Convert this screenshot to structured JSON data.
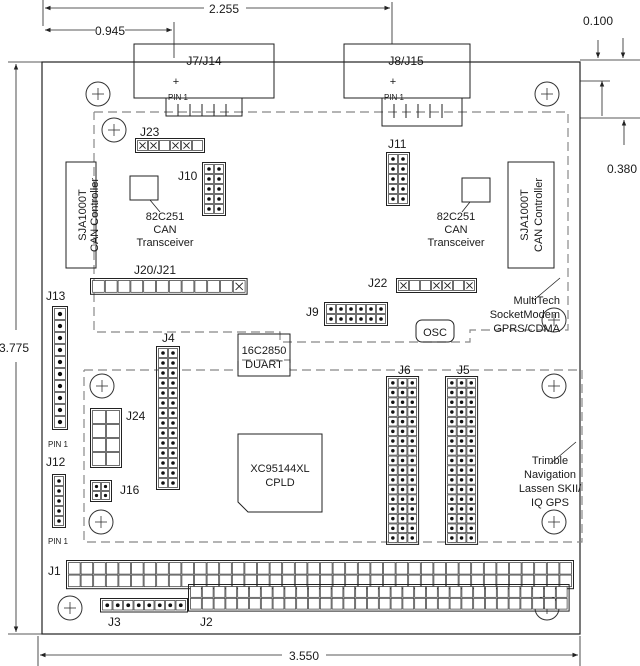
{
  "dimensions": {
    "top_width": "2.255",
    "top_offset": "0.945",
    "right_small": "0.100",
    "right_offset": "0.380",
    "left_height": "3.775",
    "bottom_width": "3.550"
  },
  "connectors": {
    "j7": "J7/J14",
    "j8": "J8/J15",
    "pin1_a": "PIN 1",
    "pin1_b": "PIN 1",
    "pin1_c": "PIN 1",
    "pin1_d": "PIN 1",
    "j23": "J23",
    "j10": "J10",
    "j11": "J11",
    "j20": "J20/J21",
    "j22": "J22",
    "j9": "J9",
    "j13": "J13",
    "j4": "J4",
    "j6": "J6",
    "j5": "J5",
    "j24": "J24",
    "j16": "J16",
    "j12": "J12",
    "j1": "J1",
    "j3": "J3",
    "j2": "J2"
  },
  "components": {
    "sja_left_1": "SJA1000T",
    "sja_left_2": "CAN Controller",
    "sja_right_1": "SJA1000T",
    "sja_right_2": "CAN Controller",
    "xcvr_left_1": "82C251",
    "xcvr_left_2": "CAN",
    "xcvr_left_3": "Transceiver",
    "xcvr_right_1": "82C251",
    "xcvr_right_2": "CAN",
    "xcvr_right_3": "Transceiver",
    "duart_1": "16C2850",
    "duart_2": "DUART",
    "cpld_1": "XC95144XL",
    "cpld_2": "CPLD",
    "osc": "OSC",
    "modem_1": "MultiTech",
    "modem_2": "SocketModem",
    "modem_3": "GPRS/CDMA",
    "gps_1": "Trimble",
    "gps_2": "Navigation",
    "gps_3": "Lassen SKII/",
    "gps_4": "IQ GPS"
  }
}
